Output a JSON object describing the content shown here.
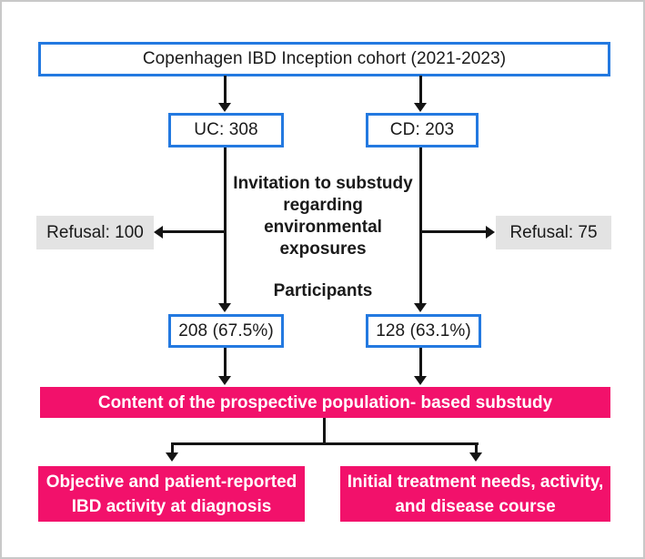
{
  "colors": {
    "box_border_blue": "#2379e0",
    "banner_pink": "#f2116b",
    "refusal_gray": "#e3e3e3",
    "arrow_black": "#141414",
    "frame_gray": "#c8c8c8"
  },
  "flowchart": {
    "cohort": {
      "label": "Copenhagen IBD Inception cohort (2021-2023)"
    },
    "uc": {
      "label": "UC: 308"
    },
    "cd": {
      "label": "CD: 203"
    },
    "invitation": {
      "lines": [
        "Invitation to substudy",
        "regarding",
        "environmental",
        "exposures"
      ]
    },
    "refusal_left": {
      "label": "Refusal: 100"
    },
    "refusal_right": {
      "label": "Refusal: 75"
    },
    "participants_label": "Participants",
    "uc_participants": {
      "label": "208 (67.5%)"
    },
    "cd_participants": {
      "label": "128 (63.1%)"
    },
    "banner": {
      "label": "Content of the prospective population- based substudy"
    },
    "outcome_left": {
      "lines": [
        "Objective and patient-reported",
        "IBD activity at diagnosis"
      ]
    },
    "outcome_right": {
      "lines": [
        "Initial treatment needs, activity,",
        "and disease course"
      ]
    }
  }
}
